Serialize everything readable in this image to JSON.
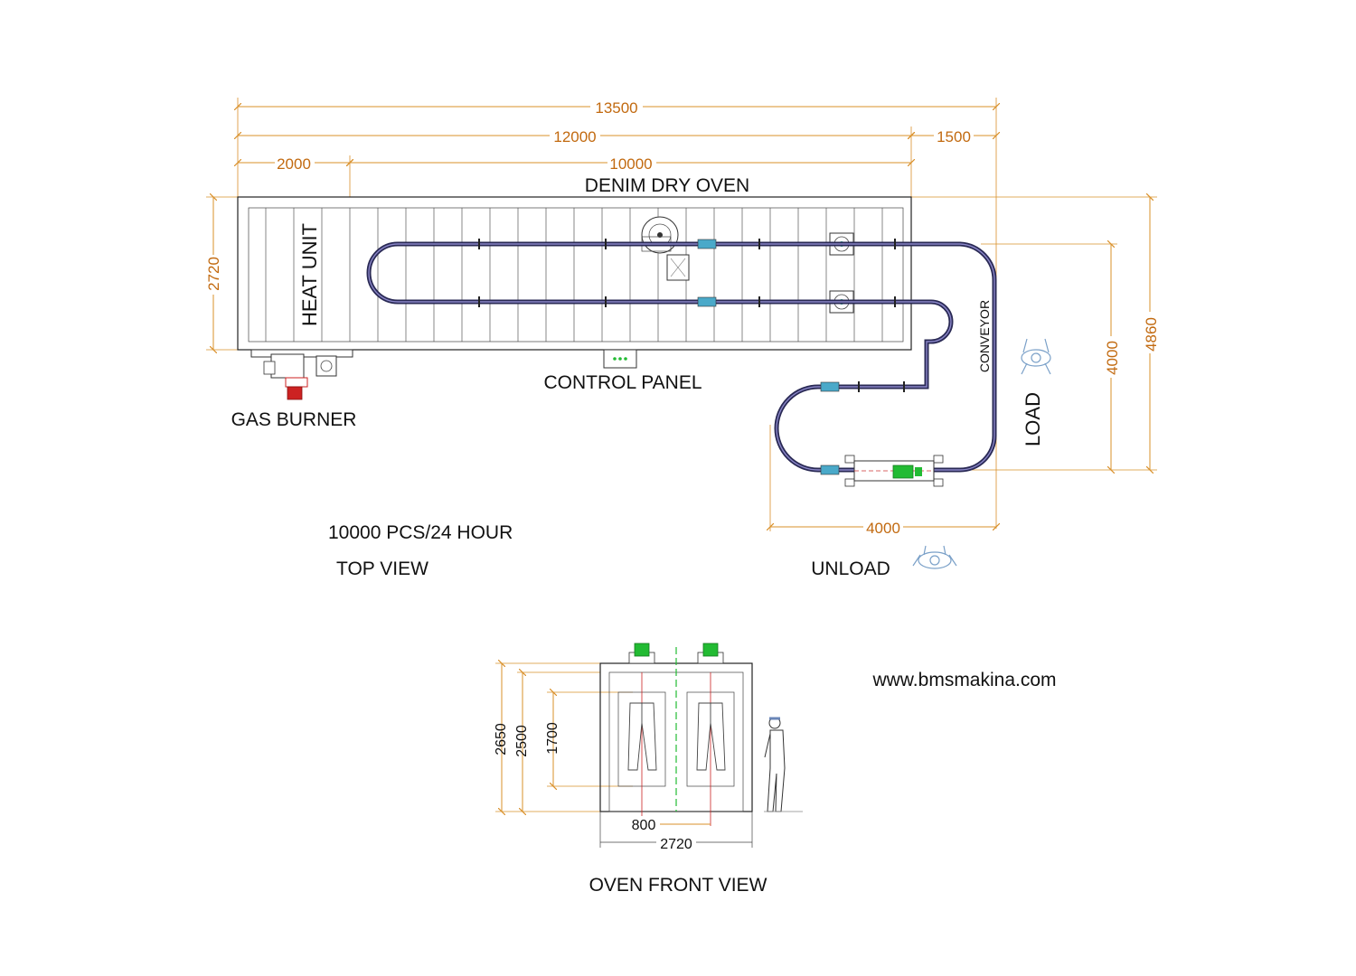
{
  "top_view": {
    "title": "DENIM DRY OVEN",
    "heat_unit": "HEAT UNIT",
    "control_panel": "CONTROL PANEL",
    "gas_burner": "GAS BURNER",
    "conveyor": "CONVEYOR",
    "load": "LOAD",
    "unload": "UNLOAD",
    "capacity": "10000 PCS/24 HOUR",
    "view_name": "TOP VIEW",
    "dimensions": {
      "total_length": "13500",
      "oven_length": "12000",
      "extension": "1500",
      "heat_unit_length": "2000",
      "drying_length": "10000",
      "oven_width": "2720",
      "conveyor_depth": "4000",
      "total_depth": "4860",
      "conveyor_width": "4000"
    }
  },
  "front_view": {
    "view_name": "OVEN FRONT VIEW",
    "dimensions": {
      "total_height": "2650",
      "inner_height": "2500",
      "garment_height": "1700",
      "spacing": "800",
      "width": "2720"
    }
  },
  "website": "www.bmsmakina.com",
  "colors": {
    "dimension": "#c26a10",
    "motor": "#22bb33",
    "burner": "#cc2222",
    "rail": "#2a2a55"
  }
}
